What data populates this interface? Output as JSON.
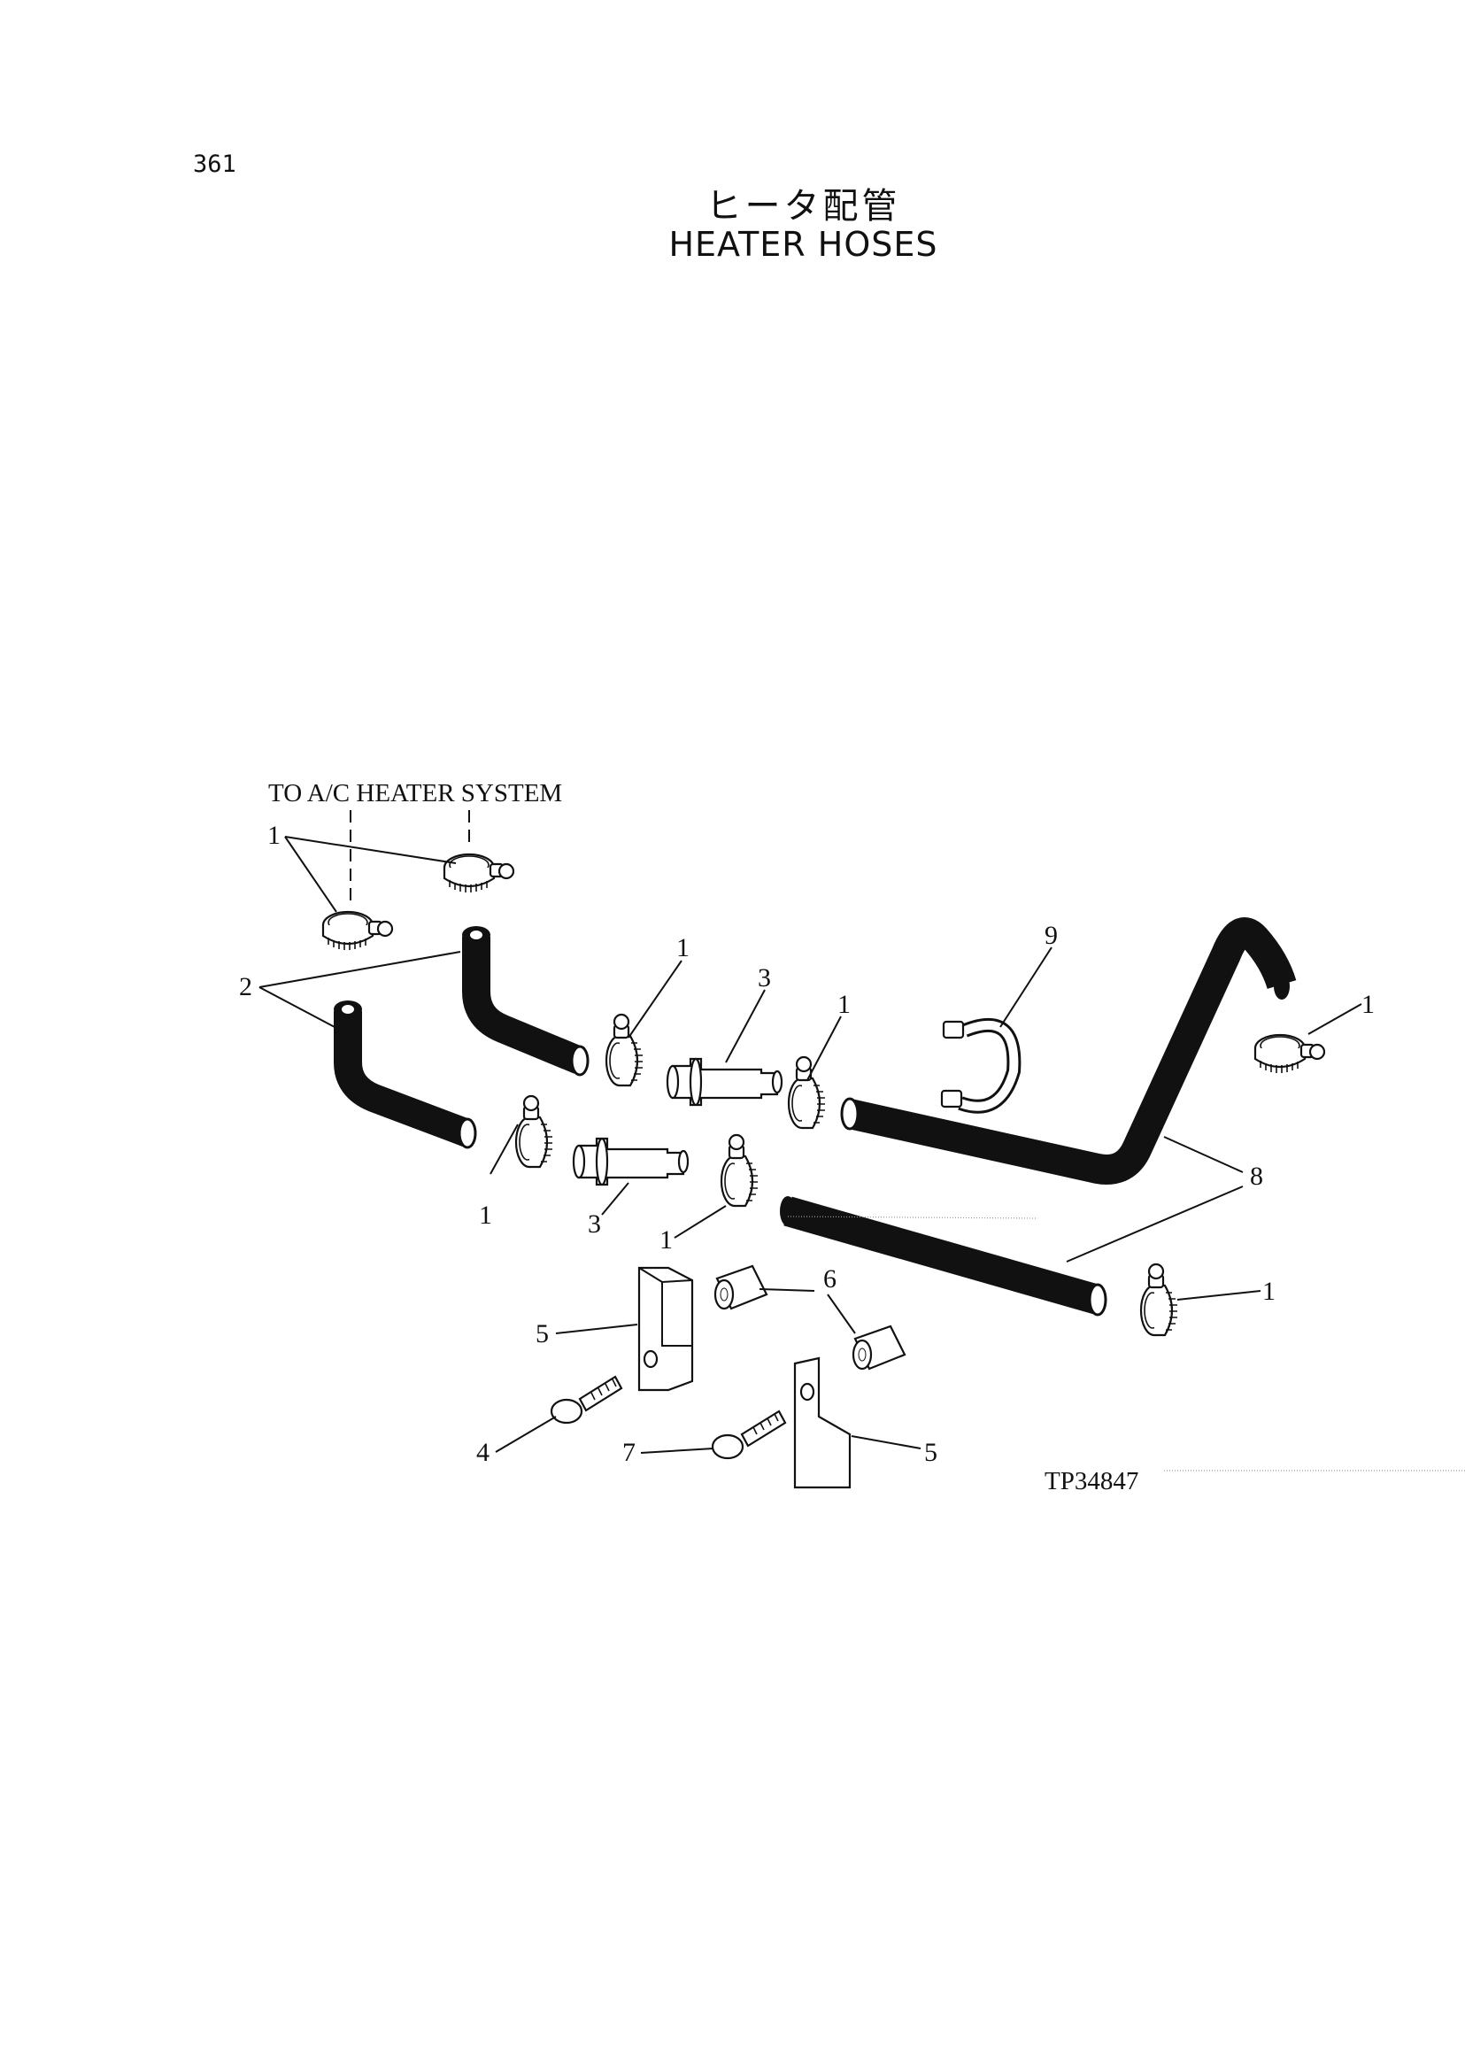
{
  "page": {
    "number": "361"
  },
  "title": {
    "japanese": "ヒータ配管",
    "english": "HEATER HOSES"
  },
  "diagram": {
    "note": "TO A/C HEATER SYSTEM",
    "figure_id": "TP34847",
    "callouts": {
      "c1_top": "1",
      "c1_mid": "1",
      "c1_mid2": "1",
      "c1_right": "1",
      "c1_lower_left": "1",
      "c1_lower_mid": "1",
      "c1_lower_right": "1",
      "c2": "2",
      "c3_top": "3",
      "c3_bottom": "3",
      "c4": "4",
      "c5_left": "5",
      "c5_right": "5",
      "c6": "6",
      "c7": "7",
      "c8": "8",
      "c9": "9"
    }
  }
}
